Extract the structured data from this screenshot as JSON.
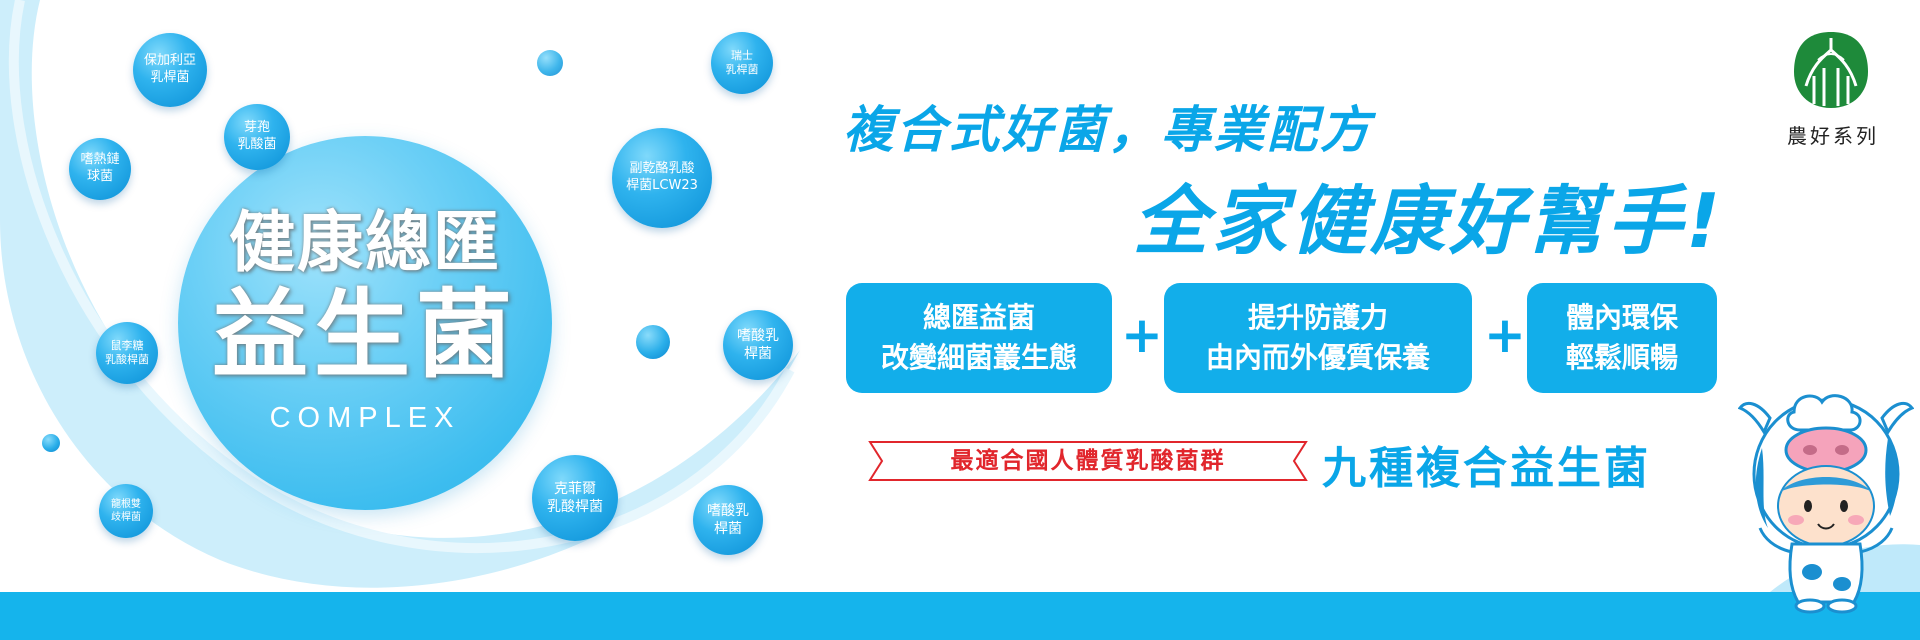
{
  "logo": {
    "icon": "leaf-grain-logo-icon",
    "text": "農好系列",
    "color": "#1e8a3a"
  },
  "product": {
    "title_line1": "健康總匯",
    "title_line2": "益生菌",
    "subtitle": "COMPLEX"
  },
  "bacteria": [
    {
      "label": "保加利亞\n乳桿菌"
    },
    {
      "label": "芽孢\n乳酸菌"
    },
    {
      "label": "嗜熱鏈\n球菌"
    },
    {
      "label": "瑞士\n乳桿菌"
    },
    {
      "label": "副乾酪乳酸\n桿菌LCW23"
    },
    {
      "label": "鼠李糖\n乳酸桿菌"
    },
    {
      "label": "嗜酸乳\n桿菌"
    },
    {
      "label": "克菲爾\n乳酸桿菌"
    },
    {
      "label": "龍根雙\n歧桿菌"
    },
    {
      "label": "嗜酸乳\n桿菌"
    }
  ],
  "headline": {
    "line1": "複合式好菌，專業配方",
    "line2": "全家健康好幫手!"
  },
  "features": [
    {
      "line1": "總匯益菌",
      "line2": "改變細菌叢生態"
    },
    {
      "line1": "提升防護力",
      "line2": "由內而外優質保養"
    },
    {
      "line1": "體內環保",
      "line2": "輕鬆順暢"
    }
  ],
  "plus_symbol": "+",
  "tagline": "最適合國人體質乳酸菌群",
  "nine_types": "九種複合益生菌",
  "mascot": {
    "icon": "cow-hood-kid-mascot-icon"
  },
  "colors": {
    "brand_blue": "#0aa6e8",
    "box_blue": "#12aeea",
    "band_blue": "#15b4ec",
    "accent_red": "#e1262c",
    "logo_green": "#1e8a3a"
  }
}
